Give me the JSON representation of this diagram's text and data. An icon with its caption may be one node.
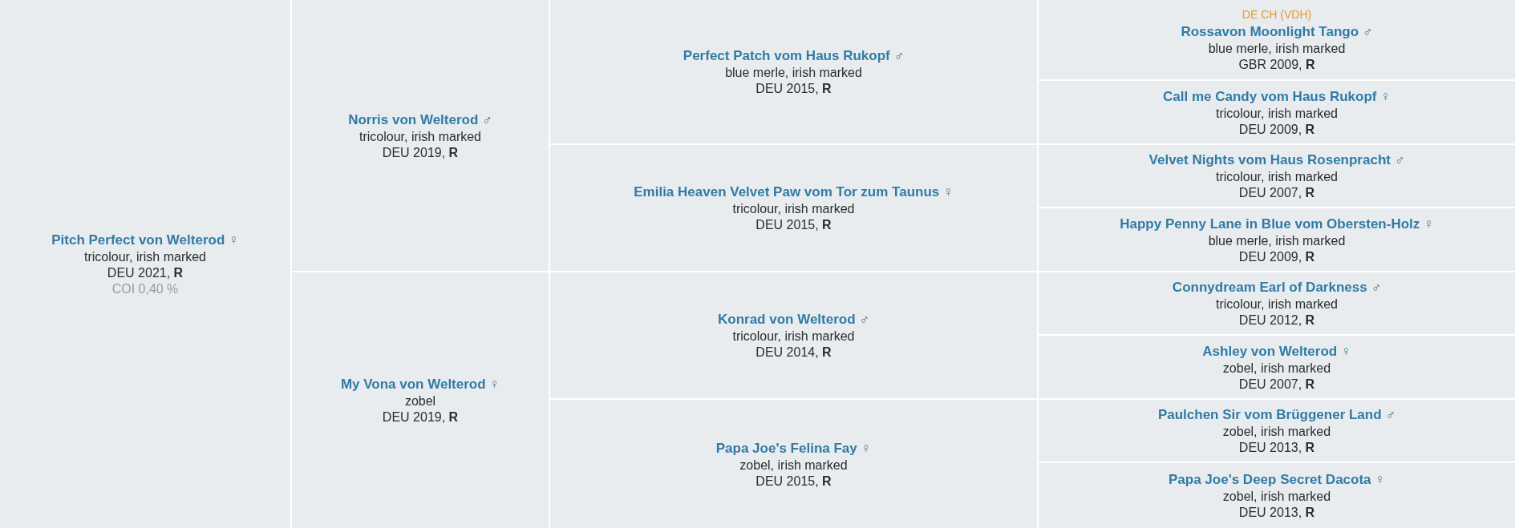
{
  "diagram": {
    "nodes": [
      {
        "text": [
          "Pitch Perfect von Welterod ♀",
          "tricolour, irish marked",
          "DEU 2021, **R**",
          "COI 0,40 %"
        ]
      },
      {
        "text": [
          "Norris von Welterod ♂",
          "tricolour, irish marked",
          "DEU 2019, **R**"
        ]
      },
      {
        "text": [
          "My Vona von Welterod ♀",
          "zobel",
          "DEU 2019, **R**"
        ]
      },
      {
        "text": [
          "Perfect Patch vom Haus Rukopf ♂",
          "blue merle, irish marked",
          "DEU 2015, **R**"
        ]
      },
      {
        "text": [
          "Emilia Heaven Velvet Paw vom Tor zum Taunus ♀",
          "tricolour, irish marked",
          "DEU 2015, **R**"
        ]
      },
      {
        "text": [
          "Konrad von Welterod ♂",
          "tricolour, irish marked",
          "DEU 2014, **R**"
        ]
      },
      {
        "text": [
          "Papa Joe's Felina Fay ♀",
          "zobel, irish marked",
          "DEU 2015, **R**"
        ]
      },
      {
        "text": [
          "DE CH (VDH)",
          "Rossavon Moonlight Tango ♂",
          "blue merle, irish marked",
          "GBR 2009, **R**"
        ]
      },
      {
        "text": [
          "Call me Candy vom Haus Rukopf ♀",
          "tricolour, irish marked",
          "DEU 2009, **R**"
        ]
      },
      {
        "text": [
          "Velvet Nights vom Haus Rosenpracht ♂",
          "tricolour, irish marked",
          "DEU 2007, **R**"
        ]
      },
      {
        "text": [
          "Happy Penny Lane in Blue vom Obersten-Holz ♀",
          "blue merle, irish marked",
          "DEU 2009, **R**"
        ]
      },
      {
        "text": [
          "Connydream Earl of Darkness ♂",
          "tricolour, irish marked",
          "DEU 2012, **R**"
        ]
      },
      {
        "text": [
          "Ashley von Welterod ♀",
          "zobel, irish marked",
          "DEU 2007, **R**"
        ]
      },
      {
        "text": [
          "Paulchen Sir vom Brüggener Land ♂",
          "zobel, irish marked",
          "DEU 2013, **R**"
        ]
      },
      {
        "text": [
          "Papa Joe's Deep Secret Dacota ♀",
          "zobel, irish marked",
          "DEU 2013, **R**"
        ]
      }
    ]
  }
}
